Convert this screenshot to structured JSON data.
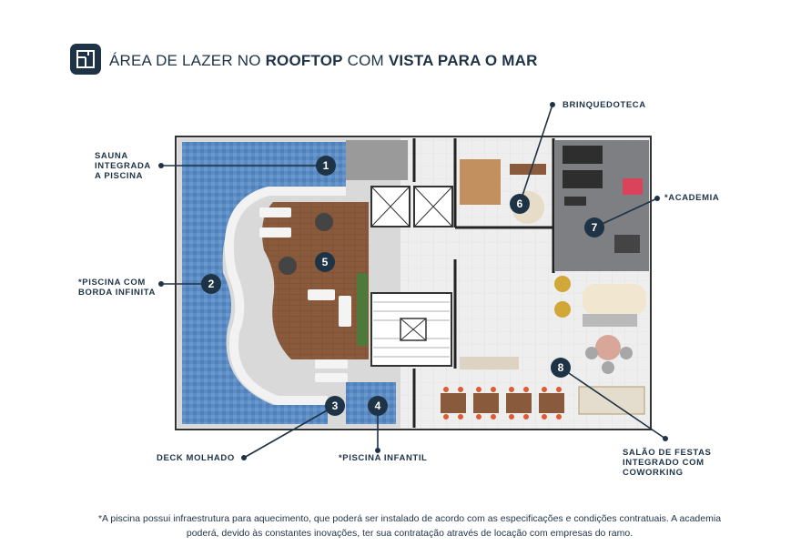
{
  "title": {
    "part1": "ÁREA DE LAZER NO ",
    "part2": "ROOFTOP",
    "part3": " COM ",
    "part4": "VISTA PARA O MAR"
  },
  "labels": {
    "sauna": [
      "SAUNA",
      "INTEGRADA",
      "A PISCINA"
    ],
    "piscina_borda": [
      "*PISCINA COM",
      "BORDA INFINITA"
    ],
    "deck": "DECK MOLHADO",
    "piscina_infantil": "*PISCINA INFANTIL",
    "brinquedoteca": "BRINQUEDOTECA",
    "academia": "*ACADEMIA",
    "salao": [
      "SALÃO DE FESTAS",
      "INTEGRADO COM",
      "COWORKING"
    ]
  },
  "markers": [
    "1",
    "2",
    "3",
    "4",
    "5",
    "6",
    "7",
    "8"
  ],
  "footnote": {
    "line1": "*A piscina possui infraestrutura para aquecimento, que poderá ser instalado de acordo com as especificações e condições contratuais. A academia",
    "line2": "poderá, devido às constantes inovações, ter sua contratação através de locação com empresas do ramo."
  },
  "colors": {
    "navy": "#1f3347",
    "pool": "#5b8cc4",
    "deck_wood": "#8a5a3c",
    "gym_floor": "#7d7f83",
    "floor": "#ededed"
  }
}
